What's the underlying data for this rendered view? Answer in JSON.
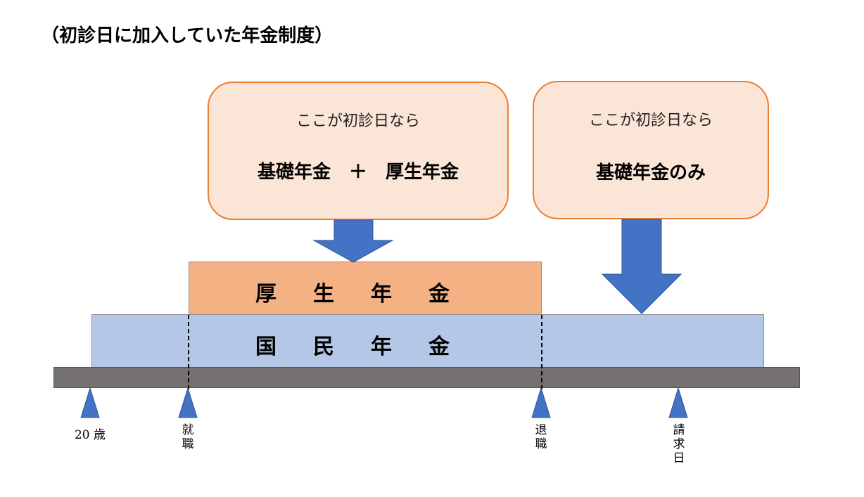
{
  "title": "（初診日に加入していた年金制度）",
  "callouts": [
    {
      "sub": "ここが初診日なら",
      "main": "基礎年金　＋　厚生年金"
    },
    {
      "sub": "ここが初診日なら",
      "main": "基礎年金のみ"
    }
  ],
  "bars": {
    "kosei": "厚生年金",
    "kokumin": "国民年金"
  },
  "markers": [
    {
      "label": "20 歳"
    },
    {
      "label": "就\n職"
    },
    {
      "label": "退\n職"
    },
    {
      "label": "請\n求\n日"
    }
  ],
  "colors": {
    "callout_fill": "#fbe5d6",
    "callout_border": "#ed7d31",
    "kosei_fill": "#f4b183",
    "kokumin_fill": "#b4c7e7",
    "arrow_fill": "#4472c4",
    "axis_fill": "#767171"
  }
}
